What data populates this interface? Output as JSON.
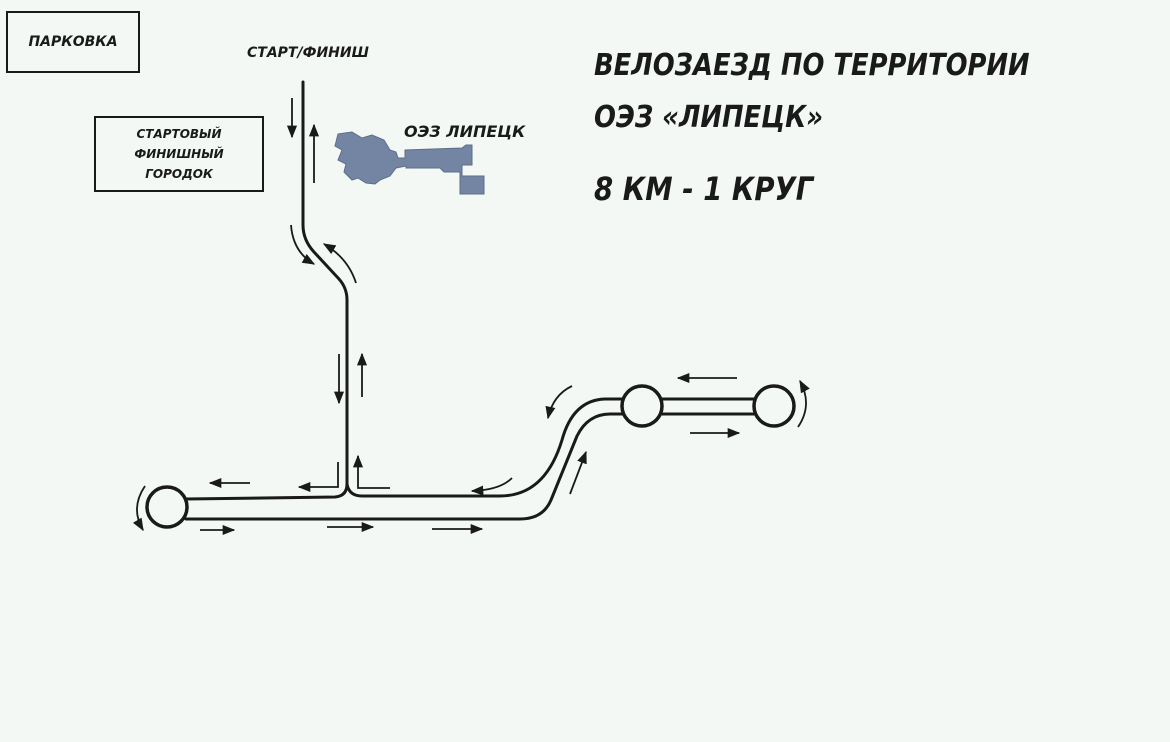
{
  "labels": {
    "parking": "ПАРКОВКА",
    "start_finish": "СТАРТ/ФИНИШ",
    "start_town": "СТАРТОВЫЙ ФИНИШНЫЙ ГОРОДОК",
    "oez": "ОЭЗ ЛИПЕЦК"
  },
  "title": {
    "line1": "ВЕЛОЗАЕЗД ПО ТЕРРИТОРИИ",
    "line2": "ОЭЗ «ЛИПЕЦК»",
    "distance": "8 КМ - 1 КРУГ"
  },
  "colors": {
    "background": "#f3f8f4",
    "route": "#1a1a1a",
    "building": "#7385a3"
  },
  "icons": {
    "building": "oez-building-icon",
    "turnaround": "turnaround-circle-icon",
    "arrow": "direction-arrow-icon"
  }
}
